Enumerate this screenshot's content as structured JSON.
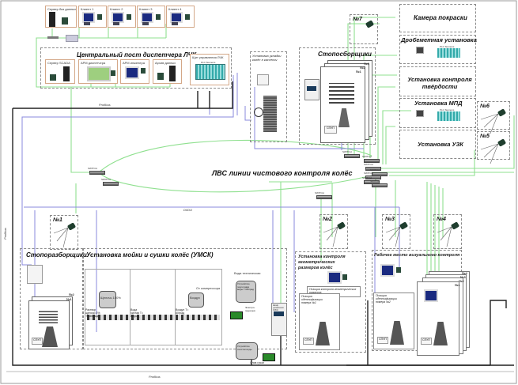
{
  "diagram": {
    "title": "ЛВС линии чистового контроля колёс",
    "bus_labels": {
      "profibus_top": "Profibus",
      "profibus_left": "Profibus",
      "profibus_bottom": "Profibus",
      "dido": "DI/DO",
      "switch": "SWITCH"
    },
    "top_row": {
      "server": "Сервер баз данных",
      "clients": [
        "Клиент 1",
        "Клиент 2",
        "Клиент 3",
        "Клиент 4"
      ],
      "switch": "Switch",
      "router": "Router"
    },
    "central_post": {
      "title": "Центральный пост диспетчера ЛЧК",
      "items": [
        "Сервер SCADA",
        "АРМ диспетчера",
        "АРМ инженера",
        "Архив данных"
      ],
      "plc_panel": "Щит управления ЛЧК",
      "plc_label": "PLC Siemens"
    },
    "cassette": {
      "title": "Установка укладки колёс в кассеты"
    },
    "stackers": {
      "title": "Стопосборщики",
      "nums": [
        "№3",
        "№2",
        "№1"
      ],
      "cabinet": "Шкаф управления",
      "spp": "СПУП"
    },
    "right_column": {
      "paint": "Камера покраски",
      "shot": "Дробеметная установка",
      "shot_plc": "PLC Siemens",
      "hardness": "Установка контроля твёрдости",
      "mpd": "Установка МПД",
      "mpd_plc": "PLC Siemens",
      "uzk": "Установка УЗК"
    },
    "cameras": [
      "№1",
      "№2",
      "№3",
      "№4",
      "№5",
      "№6",
      "№7"
    ],
    "destackers": {
      "title": "Стопоразборщики",
      "nums": [
        "№2",
        "№1"
      ],
      "spp": "СПУП"
    },
    "washer": {
      "title": "Установка мойки и сушки колёс (УМСК)",
      "tank1": "Щелочь 100%",
      "tank1_note": "Раствор щелочи 3% T= 80град",
      "tank2_note": "Вода чистая T= 80град",
      "tank3": "Воздух",
      "tank3_note": "Воздух T= 80град",
      "compressor": "От компрессора",
      "heater": "Устройство подготовки воды T=80град",
      "water_in": "Вода техническая",
      "electric": "Электро-подогрев",
      "cleaning": "Устройство очистки воды",
      "drain": "Слив грязи",
      "control_cabinet": "Шкаф управления УМСК"
    },
    "geometry": {
      "title": "Установка контроля геометрических размеров колёс",
      "position": "Позиция контроля геометрических размеров",
      "ident1": "Позиция идентификации номера №1",
      "spp": "СПУП"
    },
    "visual": {
      "title": "Рабочее место визуального контроля",
      "ident2": "Позиция идентификации номера №2",
      "nums": [
        "№4",
        "№3",
        "№2",
        "№1"
      ],
      "spp": "СПУП"
    }
  }
}
